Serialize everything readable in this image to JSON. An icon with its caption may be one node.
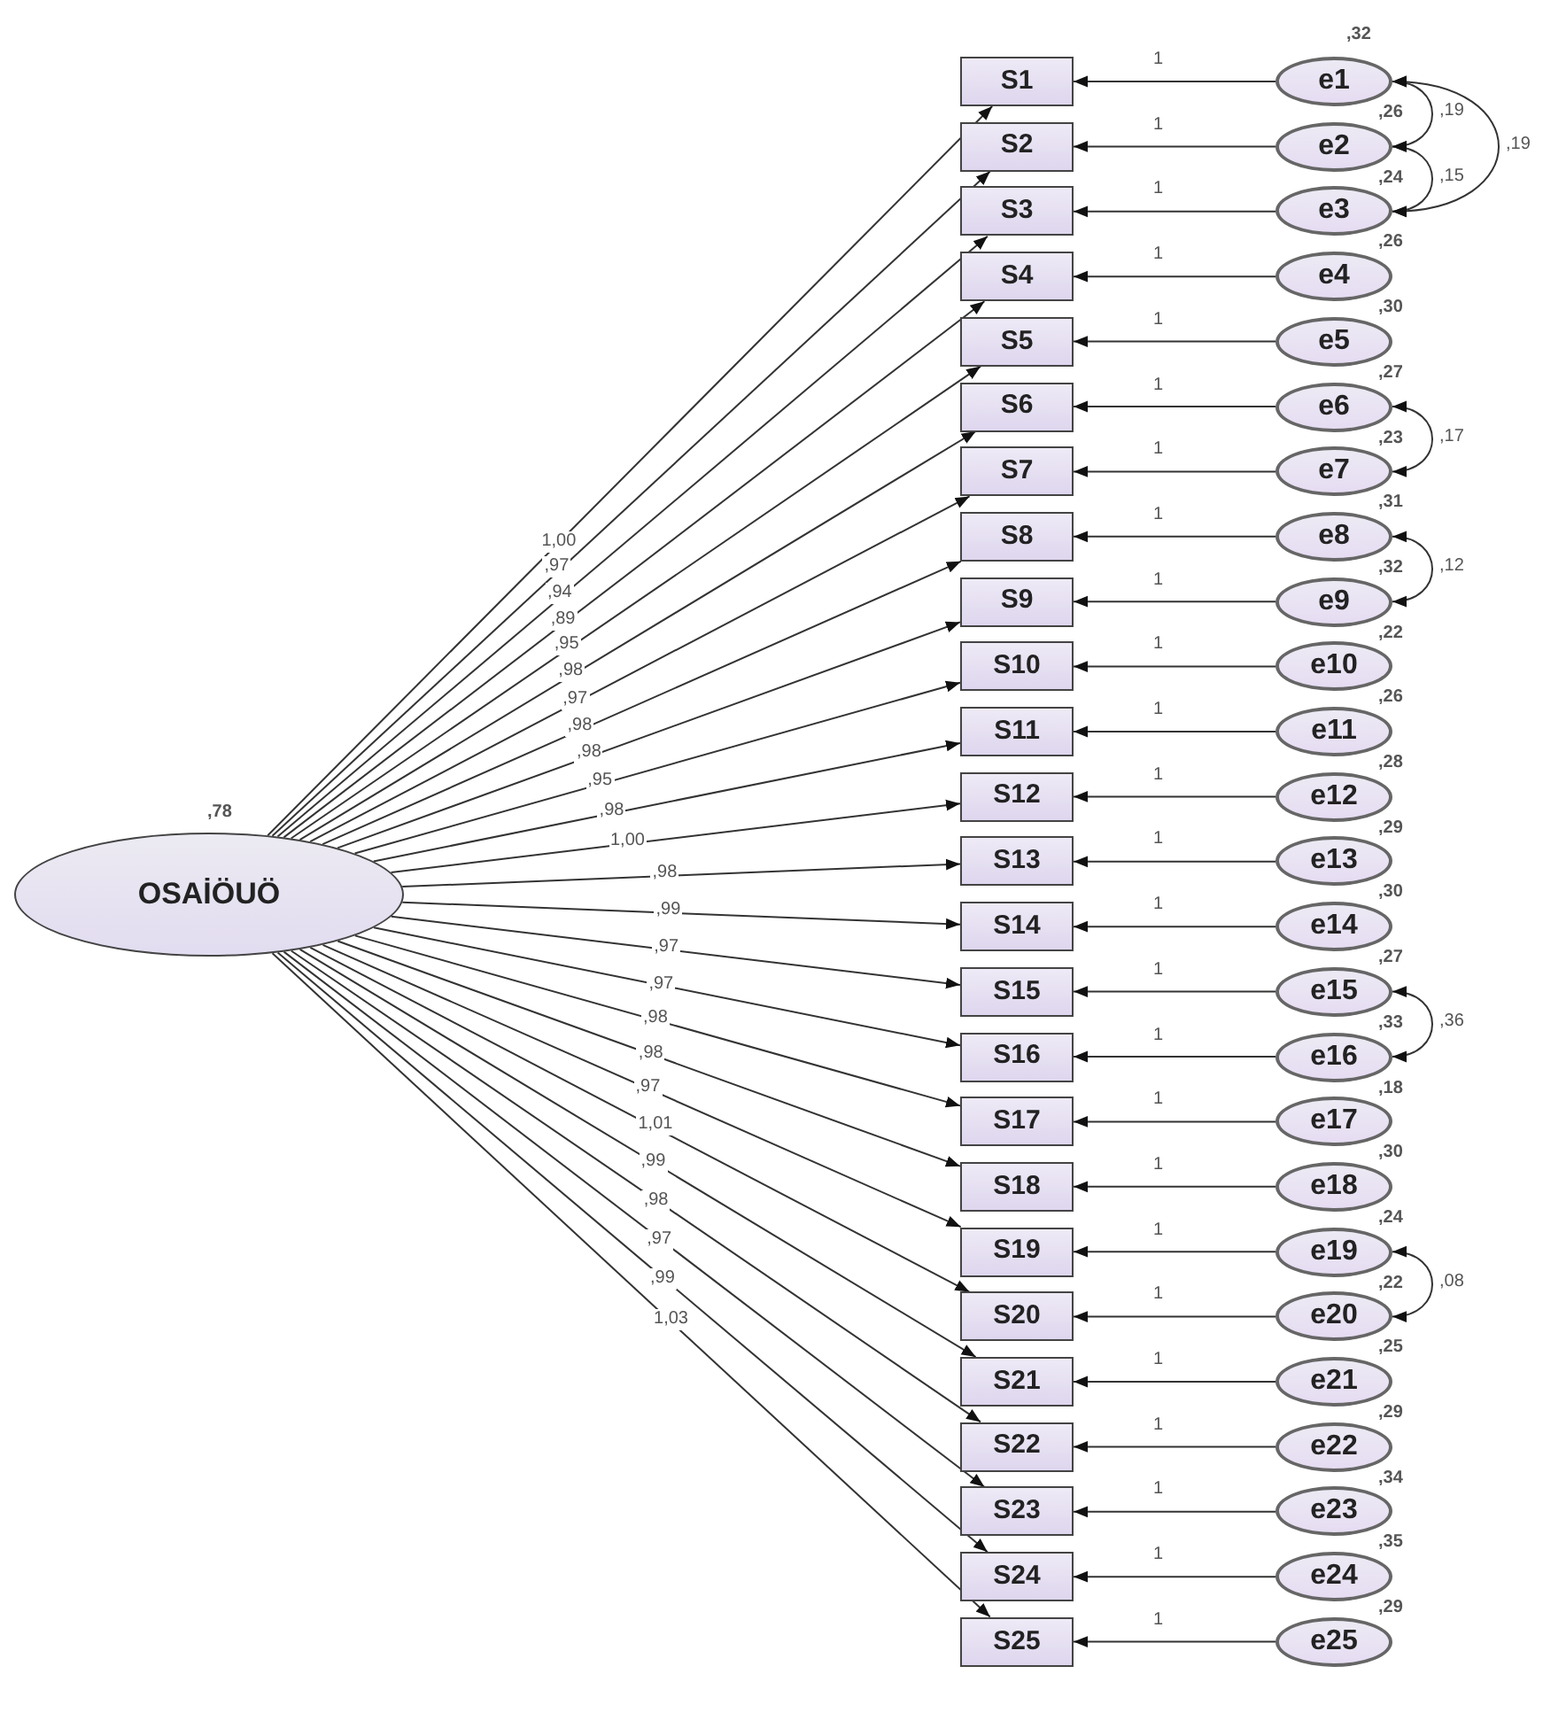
{
  "diagram": {
    "nodes": [
      {
        "text": [
          "OSAİÖUÖ"
        ],
        "beside": [
          ",78"
        ]
      },
      {
        "text": [
          "S1"
        ]
      },
      {
        "text": [
          "S2"
        ]
      },
      {
        "text": [
          "S3"
        ]
      },
      {
        "text": [
          "S4"
        ]
      },
      {
        "text": [
          "S5"
        ]
      },
      {
        "text": [
          "S6"
        ]
      },
      {
        "text": [
          "S7"
        ]
      },
      {
        "text": [
          "S8"
        ]
      },
      {
        "text": [
          "S9"
        ]
      },
      {
        "text": [
          "S10"
        ]
      },
      {
        "text": [
          "S11"
        ]
      },
      {
        "text": [
          "S12"
        ]
      },
      {
        "text": [
          "S13"
        ]
      },
      {
        "text": [
          "S14"
        ]
      },
      {
        "text": [
          "S15"
        ]
      },
      {
        "text": [
          "S16"
        ]
      },
      {
        "text": [
          "S17"
        ]
      },
      {
        "text": [
          "S18"
        ]
      },
      {
        "text": [
          "S19"
        ]
      },
      {
        "text": [
          "S20"
        ]
      },
      {
        "text": [
          "S21"
        ]
      },
      {
        "text": [
          "S22"
        ]
      },
      {
        "text": [
          "S23"
        ]
      },
      {
        "text": [
          "S24"
        ]
      },
      {
        "text": [
          "S25"
        ]
      },
      {
        "text": [
          "e1"
        ],
        "beside": [
          ",32",
          ",26"
        ]
      },
      {
        "text": [
          "e2"
        ],
        "beside": [
          ",24"
        ]
      },
      {
        "text": [
          "e3"
        ],
        "beside": [
          ",26"
        ]
      },
      {
        "text": [
          "e4"
        ],
        "beside": [
          ",30"
        ]
      },
      {
        "text": [
          "e5"
        ],
        "beside": [
          ",27"
        ]
      },
      {
        "text": [
          "e6"
        ],
        "beside": [
          ",23"
        ]
      },
      {
        "text": [
          "e7"
        ],
        "beside": [
          ",31"
        ]
      },
      {
        "text": [
          "e8"
        ],
        "beside": [
          ",32"
        ]
      },
      {
        "text": [
          "e9"
        ],
        "beside": [
          ",22"
        ]
      },
      {
        "text": [
          "e10"
        ],
        "beside": [
          ",26"
        ]
      },
      {
        "text": [
          "e11"
        ],
        "beside": [
          ",28"
        ]
      },
      {
        "text": [
          "e12"
        ],
        "beside": [
          ",29"
        ]
      },
      {
        "text": [
          "e13"
        ],
        "beside": [
          ",30"
        ]
      },
      {
        "text": [
          "e14"
        ],
        "beside": [
          ",27"
        ]
      },
      {
        "text": [
          "e15"
        ],
        "beside": [
          ",33"
        ]
      },
      {
        "text": [
          "e16"
        ],
        "beside": [
          ",18"
        ]
      },
      {
        "text": [
          "e17"
        ],
        "beside": [
          ",30"
        ]
      },
      {
        "text": [
          "e18"
        ],
        "beside": [
          ",24"
        ]
      },
      {
        "text": [
          "e19"
        ],
        "beside": [
          ",22"
        ]
      },
      {
        "text": [
          "e20"
        ],
        "beside": [
          ",25"
        ]
      },
      {
        "text": [
          "e21"
        ],
        "beside": [
          ",29"
        ]
      },
      {
        "text": [
          "e22"
        ],
        "beside": [
          ",34"
        ]
      },
      {
        "text": [
          "e23"
        ],
        "beside": [
          ",35"
        ]
      },
      {
        "text": [
          "e24"
        ],
        "beside": [
          ",29"
        ]
      },
      {
        "text": [
          "e25"
        ]
      }
    ],
    "edges": [
      {
        "from": 0,
        "to": 1,
        "arrow": "to",
        "label": "1,00"
      },
      {
        "from": 0,
        "to": 2,
        "arrow": "to",
        "label": ",97"
      },
      {
        "from": 0,
        "to": 3,
        "arrow": "to",
        "label": ",94"
      },
      {
        "from": 0,
        "to": 4,
        "arrow": "to",
        "label": ",89"
      },
      {
        "from": 0,
        "to": 5,
        "arrow": "to",
        "label": ",95"
      },
      {
        "from": 0,
        "to": 6,
        "arrow": "to",
        "label": ",98"
      },
      {
        "from": 0,
        "to": 7,
        "arrow": "to",
        "label": ",97"
      },
      {
        "from": 0,
        "to": 8,
        "arrow": "to",
        "label": ",98"
      },
      {
        "from": 0,
        "to": 9,
        "arrow": "to",
        "label": ",98"
      },
      {
        "from": 0,
        "to": 10,
        "arrow": "to",
        "label": ",95"
      },
      {
        "from": 0,
        "to": 11,
        "arrow": "to",
        "label": ",98"
      },
      {
        "from": 0,
        "to": 12,
        "arrow": "to",
        "label": "1,00"
      },
      {
        "from": 0,
        "to": 13,
        "arrow": "to",
        "label": ",98"
      },
      {
        "from": 0,
        "to": 14,
        "arrow": "to",
        "label": ",99"
      },
      {
        "from": 0,
        "to": 15,
        "arrow": "to",
        "label": ",97"
      },
      {
        "from": 0,
        "to": 16,
        "arrow": "to",
        "label": ",97"
      },
      {
        "from": 0,
        "to": 17,
        "arrow": "to",
        "label": ",98"
      },
      {
        "from": 0,
        "to": 18,
        "arrow": "to",
        "label": ",98"
      },
      {
        "from": 0,
        "to": 19,
        "arrow": "to",
        "label": ",97"
      },
      {
        "from": 0,
        "to": 20,
        "arrow": "to",
        "label": "1,01"
      },
      {
        "from": 0,
        "to": 21,
        "arrow": "to",
        "label": ",99"
      },
      {
        "from": 0,
        "to": 22,
        "arrow": "to",
        "label": ",98"
      },
      {
        "from": 0,
        "to": 23,
        "arrow": "to",
        "label": ",97"
      },
      {
        "from": 0,
        "to": 24,
        "arrow": "to",
        "label": ",99"
      },
      {
        "from": 0,
        "to": 25,
        "arrow": "to",
        "label": "1,03"
      },
      {
        "from": 26,
        "to": 1,
        "arrow": "to",
        "label": "1"
      },
      {
        "from": 27,
        "to": 2,
        "arrow": "to",
        "label": "1"
      },
      {
        "from": 28,
        "to": 3,
        "arrow": "to",
        "label": "1"
      },
      {
        "from": 29,
        "to": 4,
        "arrow": "to",
        "label": "1"
      },
      {
        "from": 30,
        "to": 5,
        "arrow": "to",
        "label": "1"
      },
      {
        "from": 31,
        "to": 6,
        "arrow": "to",
        "label": "1"
      },
      {
        "from": 32,
        "to": 7,
        "arrow": "to",
        "label": "1"
      },
      {
        "from": 33,
        "to": 8,
        "arrow": "to",
        "label": "1"
      },
      {
        "from": 34,
        "to": 9,
        "arrow": "to",
        "label": "1"
      },
      {
        "from": 35,
        "to": 10,
        "arrow": "to",
        "label": "1"
      },
      {
        "from": 36,
        "to": 11,
        "arrow": "to",
        "label": "1"
      },
      {
        "from": 37,
        "to": 12,
        "arrow": "to",
        "label": "1"
      },
      {
        "from": 38,
        "to": 13,
        "arrow": "to",
        "label": "1"
      },
      {
        "from": 39,
        "to": 14,
        "arrow": "to",
        "label": "1"
      },
      {
        "from": 40,
        "to": 15,
        "arrow": "to",
        "label": "1"
      },
      {
        "from": 41,
        "to": 16,
        "arrow": "to",
        "label": "1"
      },
      {
        "from": 42,
        "to": 17,
        "arrow": "to",
        "label": "1"
      },
      {
        "from": 43,
        "to": 18,
        "arrow": "to",
        "label": "1"
      },
      {
        "from": 44,
        "to": 19,
        "arrow": "to",
        "label": "1"
      },
      {
        "from": 45,
        "to": 20,
        "arrow": "to",
        "label": "1"
      },
      {
        "from": 46,
        "to": 21,
        "arrow": "to",
        "label": "1"
      },
      {
        "from": 47,
        "to": 22,
        "arrow": "to",
        "label": "1"
      },
      {
        "from": 48,
        "to": 23,
        "arrow": "to",
        "label": "1"
      },
      {
        "from": 49,
        "to": 24,
        "arrow": "to",
        "label": "1"
      },
      {
        "from": 50,
        "to": 25,
        "arrow": "to",
        "label": "1"
      },
      {
        "from": 26,
        "to": 27,
        "arrow": "both",
        "label": ",19"
      },
      {
        "from": 26,
        "to": 28,
        "arrow": "both",
        "label": ",19"
      },
      {
        "from": 27,
        "to": 28,
        "arrow": "both",
        "label": ",15"
      },
      {
        "from": 31,
        "to": 32,
        "arrow": "both",
        "label": ",17"
      },
      {
        "from": 33,
        "to": 34,
        "arrow": "both",
        "label": ",12"
      },
      {
        "from": 40,
        "to": 41,
        "arrow": "both",
        "label": ",36"
      },
      {
        "from": 44,
        "to": 45,
        "arrow": "both",
        "label": ",08"
      }
    ]
  }
}
